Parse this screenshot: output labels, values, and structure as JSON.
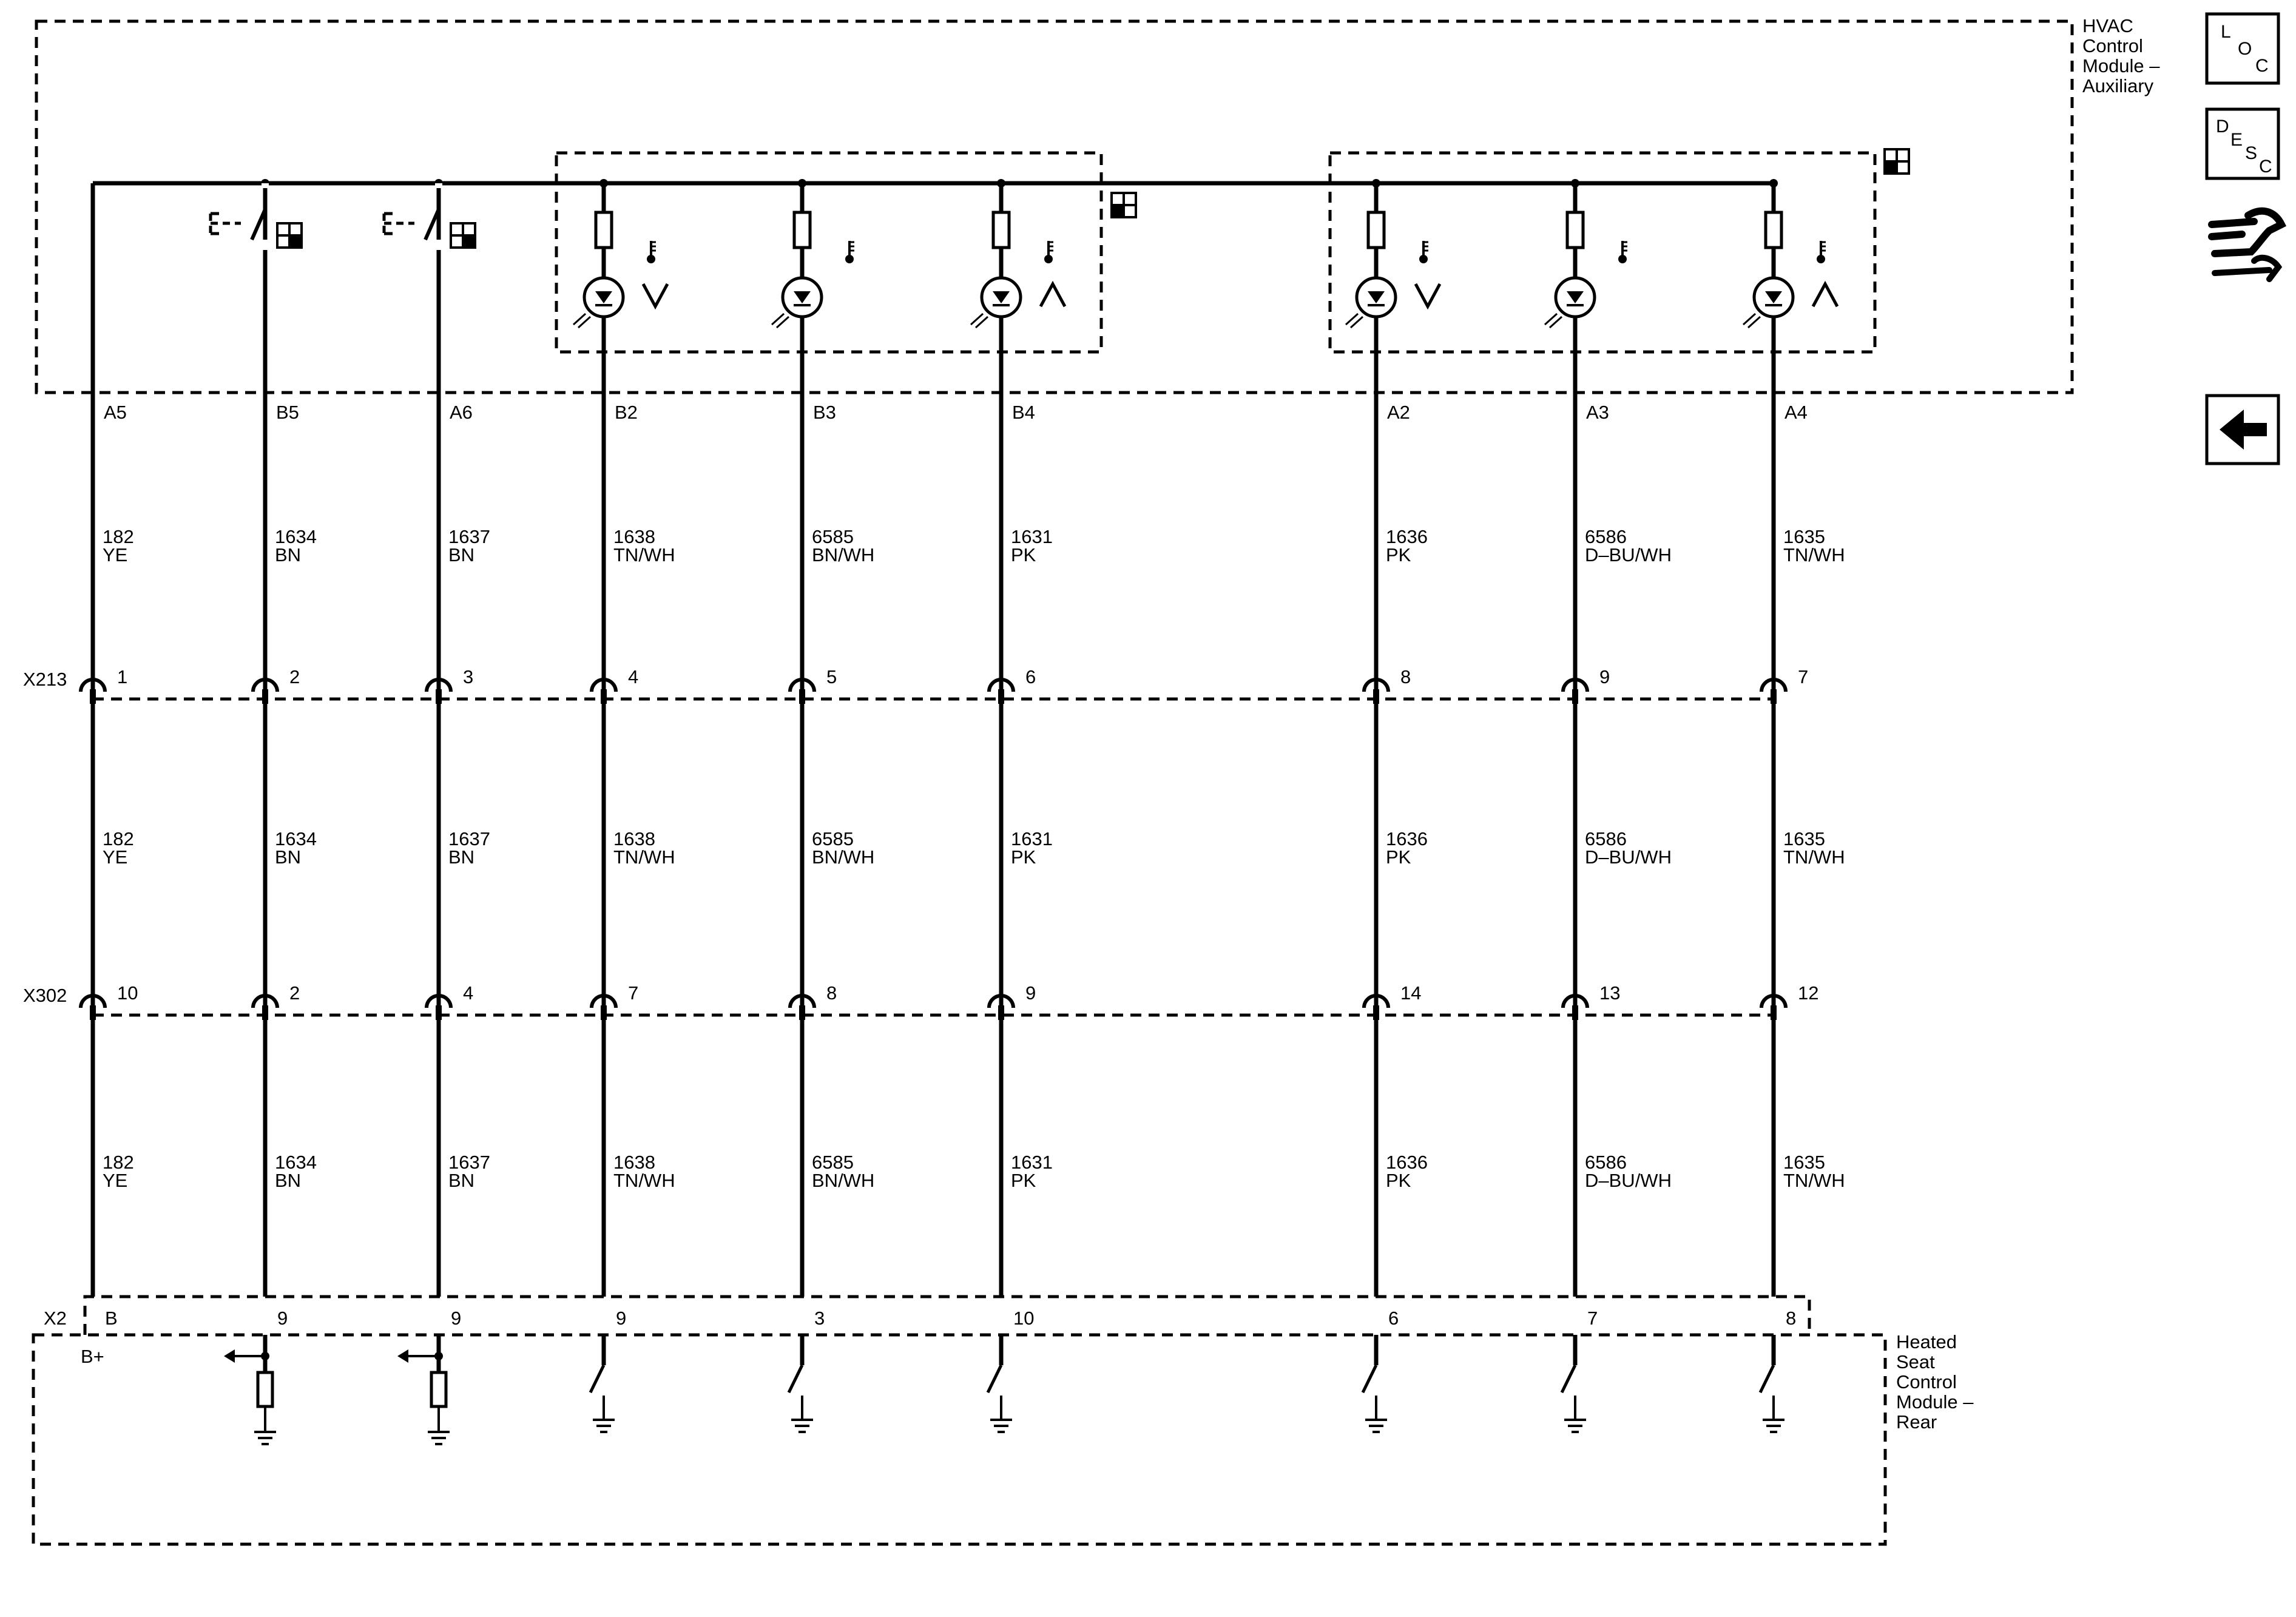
{
  "modules": {
    "hvac": [
      "HVAC",
      "Control",
      "Module –",
      "Auxiliary"
    ],
    "seat": [
      "Heated",
      "Seat",
      "Control",
      "Module –",
      "Rear"
    ]
  },
  "connectors": {
    "x213": "X213",
    "x302": "X302",
    "x2": "X2"
  },
  "b_plus": "B+",
  "circuits": [
    {
      "pin": "A5",
      "circuit": "182",
      "color": "YE",
      "x213": "1",
      "x302": "10",
      "x2": "B",
      "type": "power"
    },
    {
      "pin": "B5",
      "circuit": "1634",
      "color": "BN",
      "x213": "2",
      "x302": "2",
      "x2": "9",
      "type": "switch"
    },
    {
      "pin": "A6",
      "circuit": "1637",
      "color": "BN",
      "x213": "3",
      "x302": "4",
      "x2": "9",
      "type": "switch"
    },
    {
      "pin": "B2",
      "circuit": "1638",
      "color": "TN/WH",
      "x213": "4",
      "x302": "7",
      "x2": "9",
      "type": "led",
      "indicator": "down"
    },
    {
      "pin": "B3",
      "circuit": "6585",
      "color": "BN/WH",
      "x213": "5",
      "x302": "8",
      "x2": "3",
      "type": "led",
      "indicator": "none"
    },
    {
      "pin": "B4",
      "circuit": "1631",
      "color": "PK",
      "x213": "6",
      "x302": "9",
      "x2": "10",
      "type": "led",
      "indicator": "up"
    },
    {
      "pin": "A2",
      "circuit": "1636",
      "color": "PK",
      "x213": "8",
      "x302": "14",
      "x2": "6",
      "type": "led",
      "indicator": "down"
    },
    {
      "pin": "A3",
      "circuit": "6586",
      "color": "D–BU/WH",
      "x213": "9",
      "x302": "13",
      "x2": "7",
      "type": "led",
      "indicator": "none"
    },
    {
      "pin": "A4",
      "circuit": "1635",
      "color": "TN/WH",
      "x213": "7",
      "x302": "12",
      "x2": "8",
      "type": "led",
      "indicator": "up"
    }
  ],
  "sidebar": {
    "loc": [
      "L",
      "O",
      "C"
    ],
    "desc": [
      "D",
      "E",
      "S",
      "C"
    ],
    "connector_icon": "connector-repair-icon",
    "back_icon": "back-arrow-icon"
  }
}
